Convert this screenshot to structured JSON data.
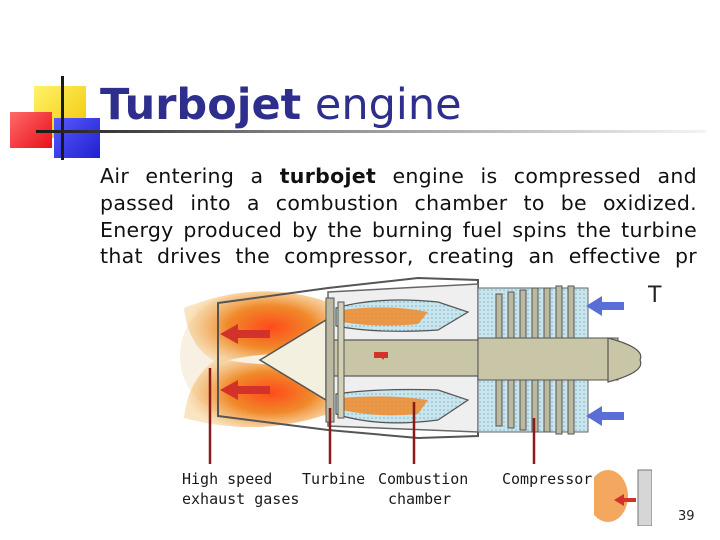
{
  "slide": {
    "title_bold": "Turbojet",
    "title_rest": " engine",
    "body_intro": "Air entering a ",
    "body_bold": "turbojet",
    "body_rest": " engine is compressed and passed into a combustion chamber to be oxidized. Energy produced by the burning fuel spins the turbine that drives the compressor, creating an effective pr",
    "peek_text": "T",
    "page_number": "39"
  },
  "diagram": {
    "labels": {
      "exhaust": [
        "High speed",
        "exhaust gases"
      ],
      "turbine": "Turbine",
      "combustion": [
        "Combustion",
        "chamber"
      ],
      "compressor": "Compressor"
    },
    "icons": [
      "exhaust-arrow-icon",
      "intake-arrow-icon"
    ]
  },
  "colors": {
    "title": "#2e2e8c",
    "exhaust_flame": "#e8701a",
    "intake_arrow": "#5a6ed8",
    "exhaust_arrow": "#d2322a",
    "leader_line": "#8b1a1a"
  }
}
